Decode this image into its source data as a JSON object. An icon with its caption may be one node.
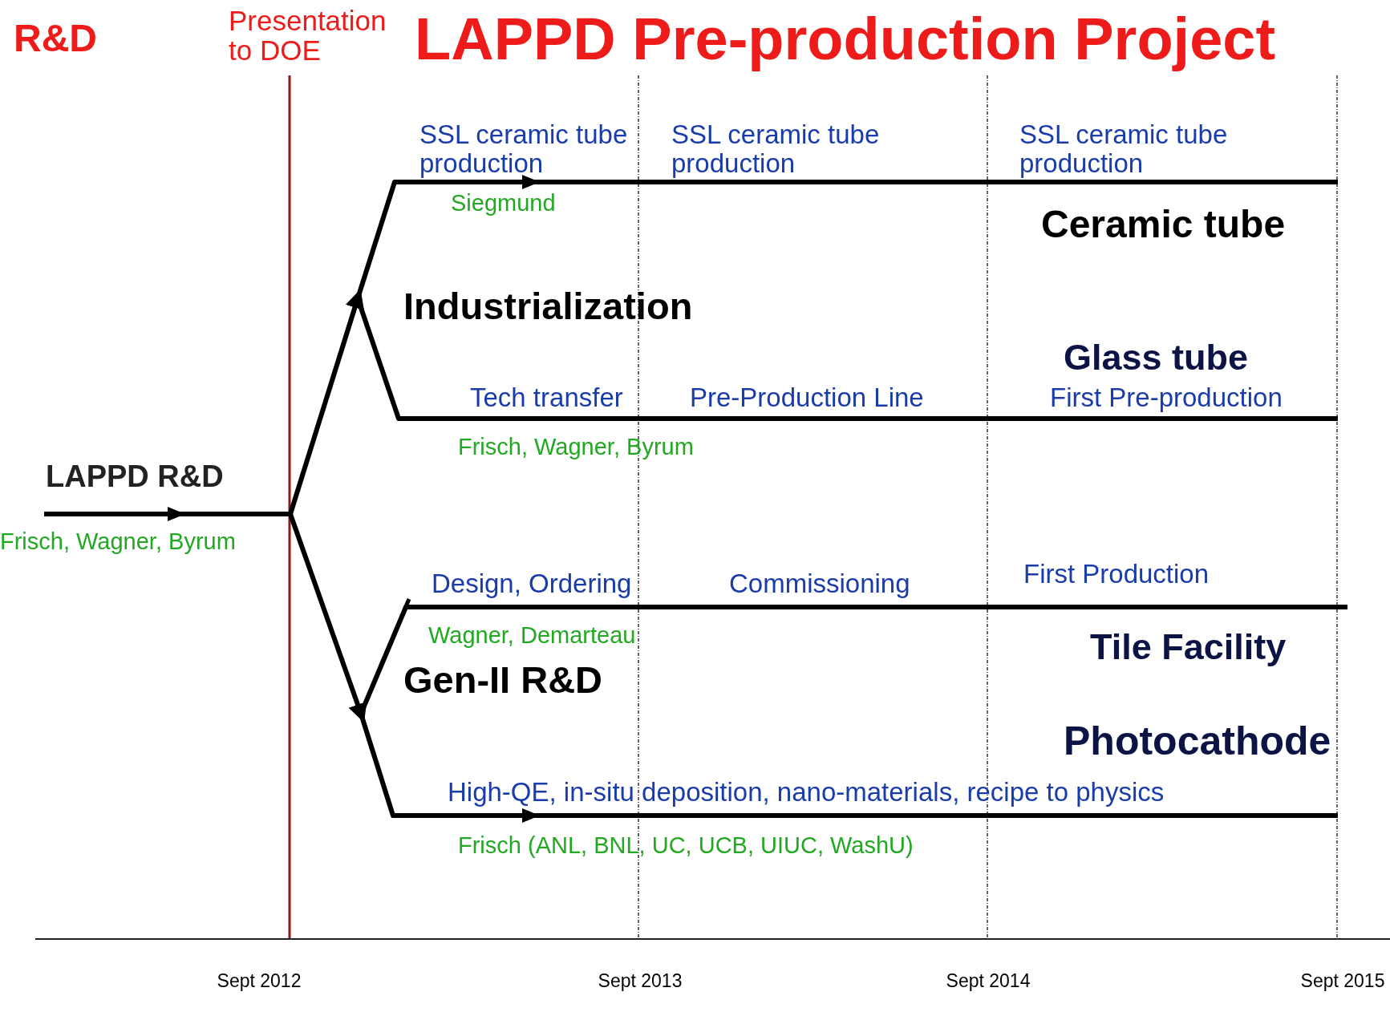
{
  "diagram": {
    "title": "LAPPD Pre-production Project",
    "nodes": [
      {
        "text": [
          "LAPPD R&D"
        ],
        "beside": [
          "Frisch, Wagner, Byrum"
        ]
      },
      {
        "text": [
          "Industrialization"
        ]
      },
      {
        "text": [
          "SSL ceramic tube production",
          "SSL ceramic tube production",
          "SSL ceramic tube production"
        ],
        "beside": [
          "Siegmund",
          "Ceramic tube"
        ]
      },
      {
        "text": [
          "Tech transfer",
          "Pre-Production Line",
          "First Pre-production"
        ],
        "beside": [
          "Frisch, Wagner, Byrum",
          "Glass tube"
        ]
      },
      {
        "text": [
          "Gen-II R&D"
        ]
      },
      {
        "text": [
          "Design, Ordering",
          "Commissioning",
          "First Production"
        ],
        "beside": [
          "Wagner, Demarteau",
          "Tile Facility"
        ]
      },
      {
        "text": [
          "High-QE, in-situ deposition, nano-materials, recipe to physics"
        ],
        "beside": [
          "Frisch (ANL, BNL, UC, UCB, UIUC, WashU)",
          "Photocathode"
        ]
      }
    ],
    "edges": [
      {
        "from": 0,
        "to": 1,
        "arrow": "to"
      },
      {
        "from": 0,
        "to": 4,
        "arrow": "to"
      },
      {
        "from": 1,
        "to": 2,
        "arrow": "none"
      },
      {
        "from": 1,
        "to": 3,
        "arrow": "none"
      },
      {
        "from": 4,
        "to": 5,
        "arrow": "none"
      },
      {
        "from": 4,
        "to": 6,
        "arrow": "none"
      }
    ],
    "labels": [
      "R&D",
      "Presentation to DOE",
      "Sept 2012",
      "Sept 2013",
      "Sept 2014",
      "Sept 2015"
    ]
  }
}
